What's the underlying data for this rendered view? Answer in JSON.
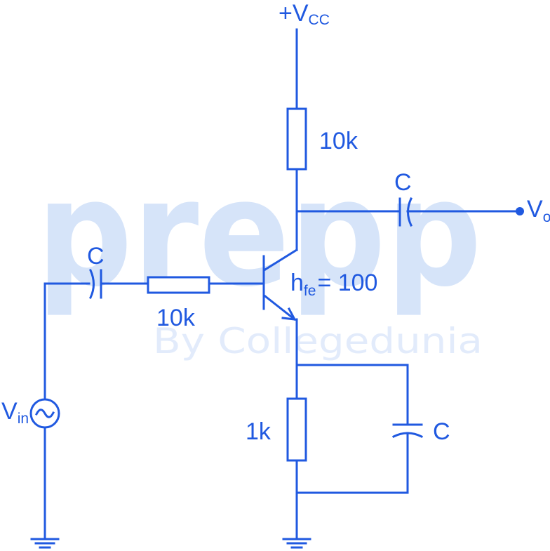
{
  "colors": {
    "circuit": "#2059e0",
    "watermark": "#d6e4f9",
    "background": "#ffffff"
  },
  "watermark": {
    "brand": "prepp",
    "tagline": "By Collegedunia"
  },
  "supply": {
    "prefix": "+V",
    "sub": "CC"
  },
  "output": {
    "main": "V",
    "sub": "o"
  },
  "input": {
    "main": "V",
    "sub": "in",
    "source_icon": "ac-source-icon"
  },
  "transistor": {
    "gain_main": "h",
    "gain_sub": "fe",
    "gain_value": "= 100"
  },
  "components": {
    "collector_resistor": "10k",
    "base_resistor": "10k",
    "emitter_resistor": "1k",
    "input_capacitor": "C",
    "output_capacitor": "C",
    "bypass_capacitor": "C"
  }
}
